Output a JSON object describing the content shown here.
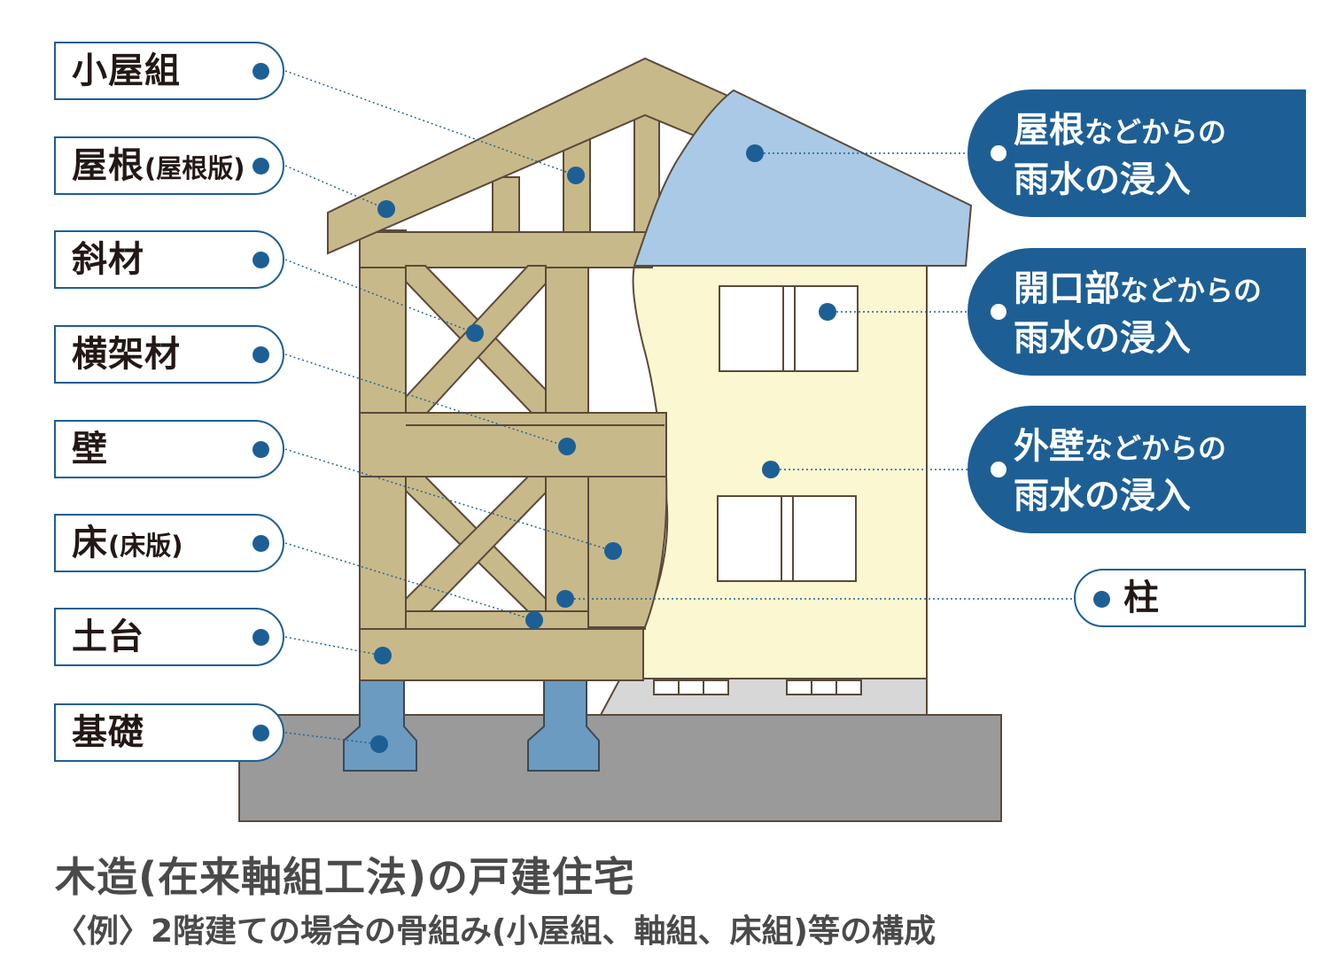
{
  "left_labels": [
    {
      "name": "roof-truss",
      "text": "小屋組",
      "sub": ""
    },
    {
      "name": "roof",
      "text": "屋根",
      "sub": "(屋根版)"
    },
    {
      "name": "brace",
      "text": "斜材",
      "sub": ""
    },
    {
      "name": "horizontal-member",
      "text": "横架材",
      "sub": ""
    },
    {
      "name": "wall",
      "text": "壁",
      "sub": ""
    },
    {
      "name": "floor",
      "text": "床",
      "sub": "(床版)"
    },
    {
      "name": "sill",
      "text": "土台",
      "sub": ""
    },
    {
      "name": "foundation",
      "text": "基礎",
      "sub": ""
    }
  ],
  "right_labels": [
    {
      "name": "roof-water",
      "main": "屋根",
      "small": "などからの",
      "line2": "雨水の浸入"
    },
    {
      "name": "opening-water",
      "main": "開口部",
      "small": "などからの",
      "line2": "雨水の浸入"
    },
    {
      "name": "exterior-wall-water",
      "main": "外壁",
      "small": "などからの",
      "line2": "雨水の浸入"
    }
  ],
  "pillar_label": "柱",
  "caption": {
    "title": "木造(在来軸組工法)の戸建住宅",
    "subtitle": "〈例〉2階建ての場合の骨組み(小屋組、軸組、床組)等の構成"
  },
  "colors": {
    "accent": "#1d5f95",
    "timber": "#c8b98a",
    "outline": "#5a4a3a",
    "ground": "#9a9a9a",
    "foundation": "#6b9bc0",
    "roof_skin": "#a9c9e6",
    "wall_skin": "#fbf7d0"
  }
}
